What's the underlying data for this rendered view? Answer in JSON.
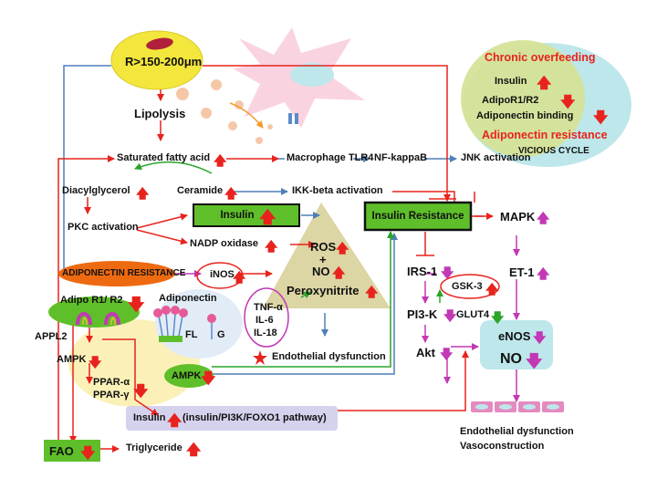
{
  "top_cell": {
    "label": "R>150-200μm"
  },
  "lipolysis": "Lipolysis",
  "saturated_fatty_acid": "Saturated fatty acid",
  "macrophage_tlr4": "Macrophage TLR4",
  "nf_kappab": "NF-kappaB",
  "jnk_activation": "JNK activation",
  "diacylglycerol": "Diacylglycerol",
  "ceramide": "Ceramide",
  "ikk_beta": "IKK-beta activation",
  "pkc_activation": "PKC activation",
  "insulin_box": "Insulin",
  "insulin_resistance": "Insulin Resistance",
  "mapk": "MAPK",
  "nadp_oxidase": "NADP oxidase",
  "ros": "ROS",
  "plus": "+",
  "no_mid": "NO",
  "peroxynitrite": "Peroxynitrite",
  "adiponectin_resistance_banner": "ADIPONECTIN RESISTANCE",
  "inos": "iNOS",
  "irs1": "IRS-1",
  "gsk3": "GSK-3",
  "et1": "ET-1",
  "pi3k": "PI3-K",
  "glut4": "GLUT4",
  "akt": "Akt",
  "enos": "eNOS",
  "no_right": "NO",
  "adipo_receptor": "Adipo R1/ R2",
  "adiponectin": "Adiponectin",
  "fl": "FL",
  "g": "G",
  "cytokines": [
    "TNF-α",
    "IL-6",
    "IL-18"
  ],
  "appl2": "APPL2",
  "ampk_left": "AMPK",
  "ppar_a": "PPAR-α",
  "ppar_g": "PPAR-γ",
  "endothelial_dysfunction_mid": "Endothelial dysfunction",
  "ampk_box": "AMPK",
  "insulin_pathway": {
    "prefix": "Insulin",
    "suffix": "(insulin/PI3K/FOXO1 pathway)"
  },
  "fao": "FAO",
  "triglyceride": "Triglyceride",
  "endo_bottom": [
    "Endothelial dysfunction",
    "Vasoconstruction"
  ],
  "vicious_cycle": {
    "title": "Chronic overfeeding",
    "insulin": "Insulin",
    "adipor": "AdipoR1/R2",
    "binding": "Adiponectin binding",
    "resistance": "Adiponectin resistance",
    "caption": "VICIOUS CYCLE"
  },
  "colors": {
    "red": "#e8231d",
    "blue": "#4f7fb8",
    "green": "#2aa52a",
    "purple": "#c238b5",
    "box_green": "#5fbf2a",
    "orange_banner": "#ee6a10"
  },
  "arrow_glyphs": {
    "up": "🡅",
    "down": "🡇"
  }
}
